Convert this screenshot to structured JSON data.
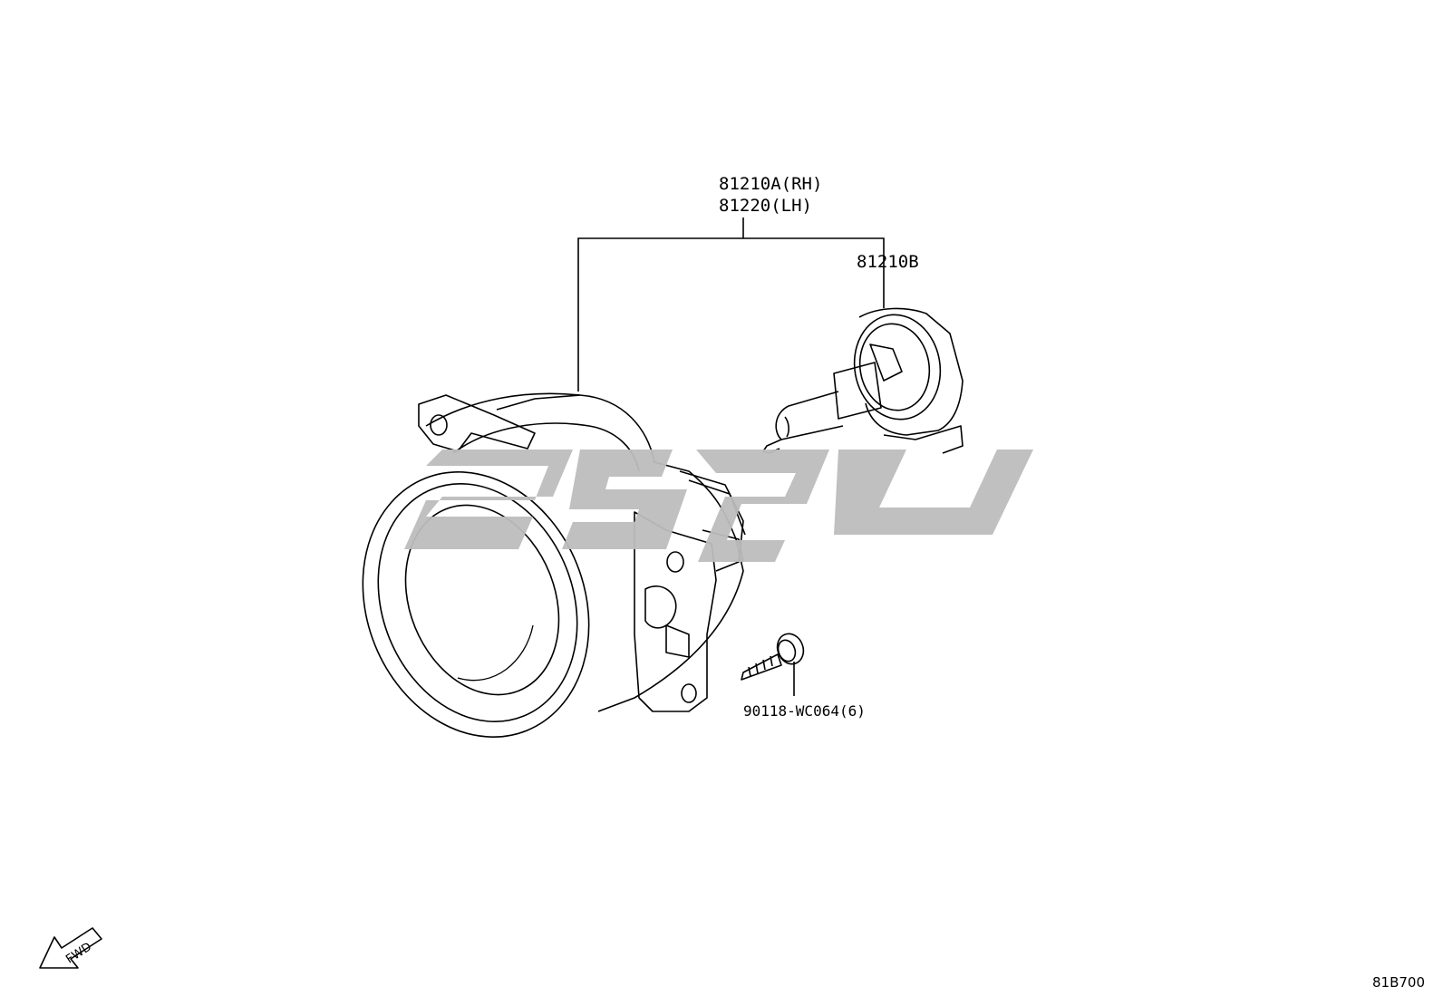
{
  "labels": {
    "lamp_rh": "81210A(RH)",
    "lamp_lh": "81220(LH)",
    "bulb": "81210B",
    "screw": "90118-WC064(6)",
    "diagram_code": "81B700",
    "fwd_arrow": "FWD"
  },
  "icons": {
    "fwd": "fwd-arrow-icon"
  },
  "colors": {
    "line": "#000000",
    "watermark": "#bdbdbd",
    "background": "#ffffff"
  }
}
